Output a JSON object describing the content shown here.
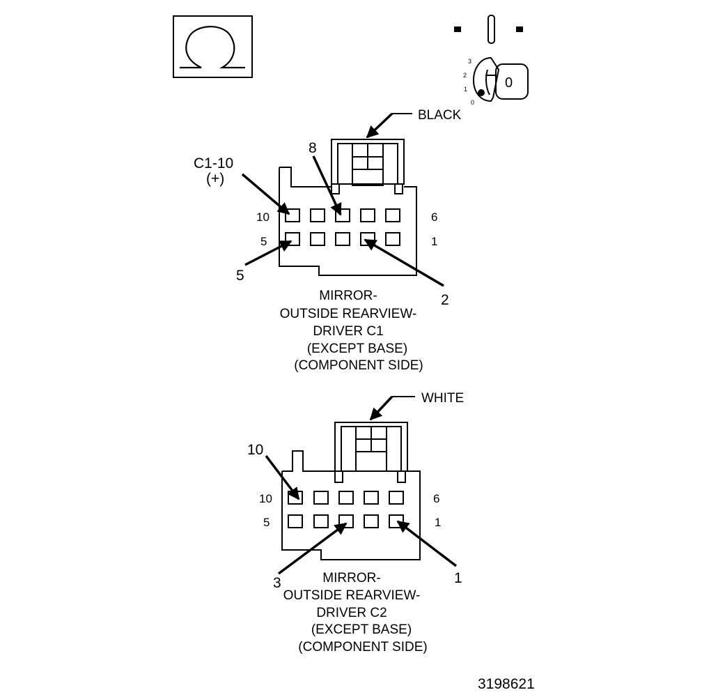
{
  "ohm_symbol": "Ω",
  "ignition_icon": {
    "positions": [
      "3",
      "2",
      "1",
      "0"
    ],
    "key_label": "0"
  },
  "connector_c1": {
    "color_label": "BLACK",
    "callouts": {
      "top_pin": "8",
      "c1_10": "C1-10",
      "c1_10_sign": "(+)",
      "bottom_left": "5",
      "bottom_right": "2"
    },
    "row_labels": {
      "top_left": "10",
      "top_right": "6",
      "bottom_left": "5",
      "bottom_right": "1"
    },
    "title_lines": [
      "MIRROR-",
      "OUTSIDE REARVIEW-",
      "DRIVER C1",
      "(EXCEPT BASE)",
      "(COMPONENT SIDE)"
    ]
  },
  "connector_c2": {
    "color_label": "WHITE",
    "callouts": {
      "top_left": "10",
      "bottom_left": "3",
      "bottom_right": "1"
    },
    "row_labels": {
      "top_left": "10",
      "top_right": "6",
      "bottom_left": "5",
      "bottom_right": "1"
    },
    "title_lines": [
      "MIRROR-",
      "OUTSIDE REARVIEW-",
      "DRIVER C2",
      "(EXCEPT BASE)",
      "(COMPONENT SIDE)"
    ]
  },
  "figure_number": "3198621"
}
